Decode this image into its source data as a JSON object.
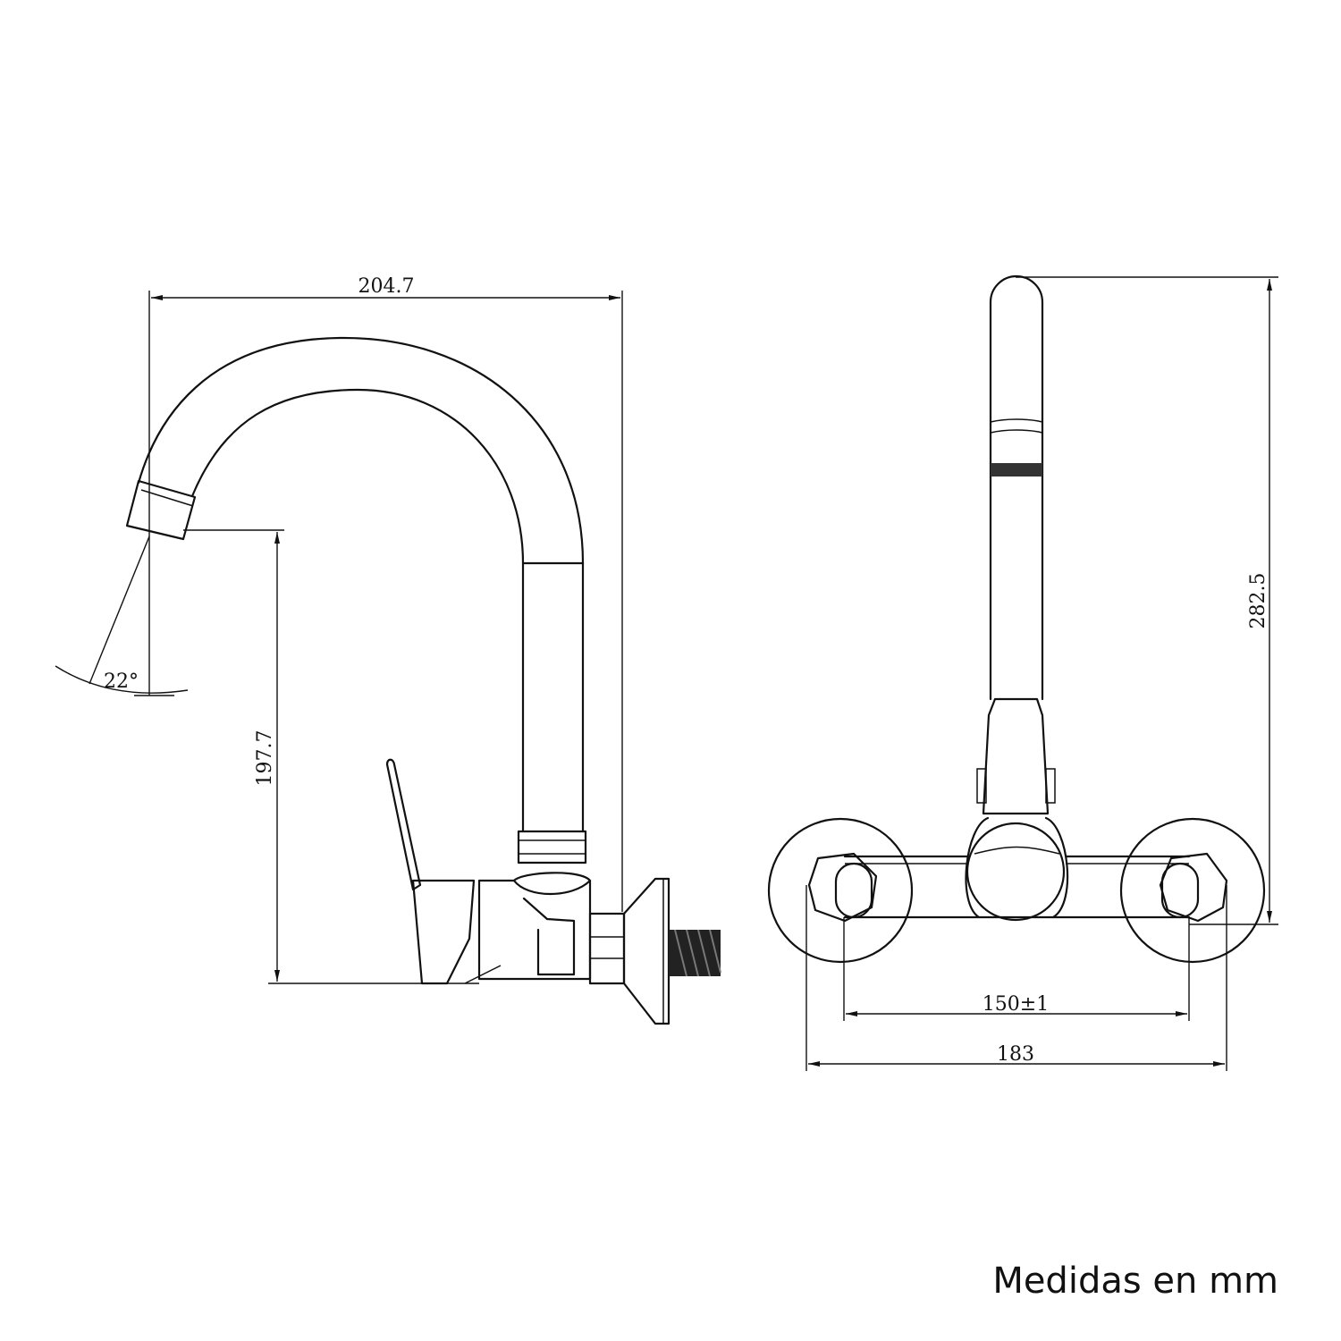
{
  "dimensions": {
    "spout_reach": "204.7",
    "spout_height": "197.7",
    "swivel_angle": "22°",
    "total_height": "282.5",
    "center_distance": "150±1",
    "overall_width": "183"
  },
  "footnote": "Medidas en mm",
  "colors": {
    "line": "#111111",
    "background": "#ffffff"
  }
}
